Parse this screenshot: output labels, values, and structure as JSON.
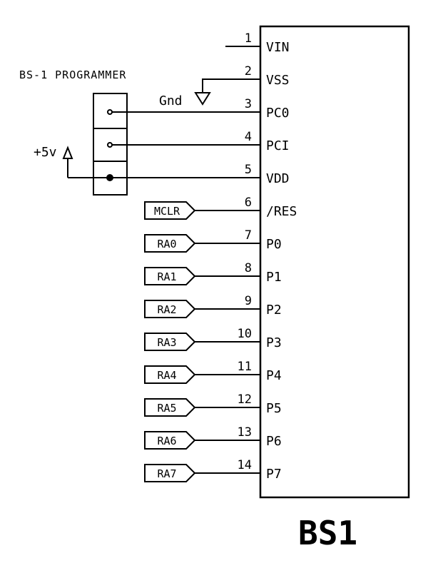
{
  "programmer_label": "BS-1 PROGRAMMER",
  "gnd_label": "Gnd",
  "vplus_label": "+5v",
  "chip_label": "BS1",
  "pins": [
    {
      "num": "1",
      "name": "VIN"
    },
    {
      "num": "2",
      "name": "VSS"
    },
    {
      "num": "3",
      "name": "PC0"
    },
    {
      "num": "4",
      "name": "PCI"
    },
    {
      "num": "5",
      "name": "VDD"
    },
    {
      "num": "6",
      "name": "/RES"
    },
    {
      "num": "7",
      "name": "P0"
    },
    {
      "num": "8",
      "name": "P1"
    },
    {
      "num": "9",
      "name": "P2"
    },
    {
      "num": "10",
      "name": "P3"
    },
    {
      "num": "11",
      "name": "P4"
    },
    {
      "num": "12",
      "name": "P5"
    },
    {
      "num": "13",
      "name": "P6"
    },
    {
      "num": "14",
      "name": "P7"
    }
  ],
  "ports": [
    "MCLR",
    "RA0",
    "RA1",
    "RA2",
    "RA3",
    "RA4",
    "RA5",
    "RA6",
    "RA7"
  ]
}
